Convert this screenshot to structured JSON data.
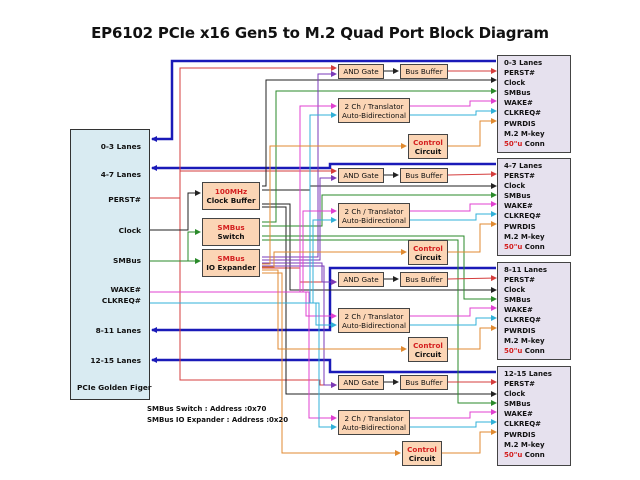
{
  "title": "EP6102 PCIe x16 Gen5 to M.2 Quad Port Block Diagram",
  "host": {
    "name": "PCIe Golden Figer",
    "signals": [
      "0-3 Lanes",
      "4-7 Lanes",
      "PERST#",
      "Clock",
      "SMBus",
      "WAKE#",
      "CLKREQ#",
      "8-11 Lanes",
      "12-15 Lanes"
    ]
  },
  "central_blocks": {
    "clock_buffer": {
      "line1": "100MHz",
      "line2": "Clock Buffer"
    },
    "smbus_switch": {
      "line1": "SMBus",
      "line2": "Switch"
    },
    "smbus_io_expander": {
      "line1": "SMBus",
      "line2": "IO Expander"
    }
  },
  "port_blocks": {
    "and_gate": "AND Gate",
    "bus_buffer": "Bus Buffer",
    "translator_line1": "2 Ch / Translator",
    "translator_line2": "Auto-Bidirectional",
    "control_line1": "Control",
    "control_line2": "Circuit"
  },
  "ports": [
    {
      "lanes": "0-3 Lanes",
      "signals": [
        "PERST#",
        "Clock",
        "SMBus",
        "WAKE#",
        "CLKREQ#",
        "PWRDIS",
        "M.2 M-key"
      ],
      "conn_red": "50\"u",
      "conn": " Conn"
    },
    {
      "lanes": "4-7 Lanes",
      "signals": [
        "PERST#",
        "Clock",
        "SMBus",
        "WAKE#",
        "CLKREQ#",
        "PWRDIS",
        "M.2 M-key"
      ],
      "conn_red": "50\"u",
      "conn": " Conn"
    },
    {
      "lanes": "8-11 Lanes",
      "signals": [
        "PERST#",
        "Clock",
        "SMBus",
        "WAKE#",
        "CLKREQ#",
        "PWRDIS",
        "M.2 M-key"
      ],
      "conn_red": "50\"u",
      "conn": " Conn"
    },
    {
      "lanes": "12-15 Lanes",
      "signals": [
        "PERST#",
        "Clock",
        "SMBus",
        "WAKE#",
        "CLKREQ#",
        "PWRDIS",
        "M.2 M-key"
      ],
      "conn_red": "50\"u",
      "conn": " Conn"
    }
  ],
  "notes": [
    "SMBus Switch : Address :0x70",
    "SMBus IO Expander : Address :0x20"
  ],
  "colors": {
    "lanes": "#1a1ab8",
    "perst": "#d43c3c",
    "clock": "#222222",
    "smbus": "#2a8a2a",
    "wake": "#e040d0",
    "clkreq": "#30b0d8",
    "pwrdis": "#e08a30",
    "andgate_in2": "#7a3ab8"
  }
}
